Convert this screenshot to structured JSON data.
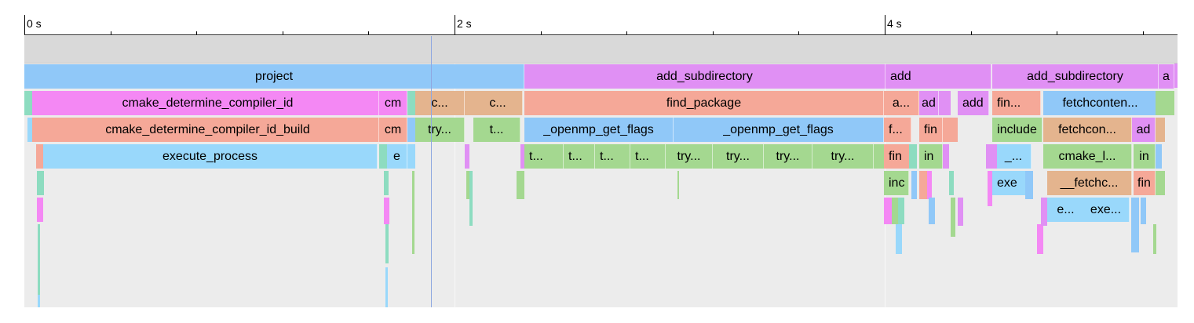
{
  "timeline": {
    "ticks": [
      {
        "label": "0 s"
      },
      {
        "label": "2 s"
      },
      {
        "label": "4 s"
      }
    ]
  },
  "colors": {
    "blue": "#90c8f8",
    "lightblue": "#99d8fb",
    "purple": "#e090f4",
    "pink": "#f488f4",
    "salmon": "#f5a898",
    "tan": "#e4b48e",
    "green": "#a4d890",
    "teal": "#8ddcc0",
    "background": "#ececec",
    "scrollbar": "#d9d9d9"
  },
  "frames": [
    {
      "label": "project",
      "color": "blue"
    },
    {
      "label": "add_subdirectory",
      "color": "purple"
    },
    {
      "label": "add",
      "color": "purple"
    },
    {
      "label": "add_subdirectory",
      "color": "purple"
    },
    {
      "label": "a",
      "color": "purple"
    },
    {
      "label": "cmake_determine_compiler_id",
      "color": "pink"
    },
    {
      "label": "cm",
      "color": "pink"
    },
    {
      "label": "c...",
      "color": "tan"
    },
    {
      "label": "c...",
      "color": "tan"
    },
    {
      "label": "find_package",
      "color": "salmon"
    },
    {
      "label": "a...",
      "color": "salmon"
    },
    {
      "label": "ad",
      "color": "purple"
    },
    {
      "label": "add",
      "color": "purple"
    },
    {
      "label": "fin...",
      "color": "salmon"
    },
    {
      "label": "fetchconten...",
      "color": "blue"
    },
    {
      "label": "cmake_determine_compiler_id_build",
      "color": "salmon"
    },
    {
      "label": "cm",
      "color": "salmon"
    },
    {
      "label": "try...",
      "color": "green"
    },
    {
      "label": "t...",
      "color": "green"
    },
    {
      "label": "_openmp_get_flags",
      "color": "blue"
    },
    {
      "label": "_openmp_get_flags",
      "color": "blue"
    },
    {
      "label": "f...",
      "color": "salmon"
    },
    {
      "label": "fin",
      "color": "salmon"
    },
    {
      "label": "include",
      "color": "green"
    },
    {
      "label": "fetchcon...",
      "color": "tan"
    },
    {
      "label": "ad",
      "color": "purple"
    },
    {
      "label": "execute_process",
      "color": "lightblue"
    },
    {
      "label": "e",
      "color": "lightblue"
    },
    {
      "label": "t...",
      "color": "green"
    },
    {
      "label": "t...",
      "color": "green"
    },
    {
      "label": "t...",
      "color": "green"
    },
    {
      "label": "t...",
      "color": "green"
    },
    {
      "label": "try...",
      "color": "green"
    },
    {
      "label": "try...",
      "color": "green"
    },
    {
      "label": "try...",
      "color": "green"
    },
    {
      "label": "try...",
      "color": "green"
    },
    {
      "label": "fin",
      "color": "salmon"
    },
    {
      "label": "in",
      "color": "green"
    },
    {
      "label": "_...",
      "color": "lightblue"
    },
    {
      "label": "cmake_l...",
      "color": "green"
    },
    {
      "label": "in",
      "color": "green"
    },
    {
      "label": "inc",
      "color": "green"
    },
    {
      "label": "exe",
      "color": "lightblue"
    },
    {
      "label": "__fetchc...",
      "color": "tan"
    },
    {
      "label": "fin",
      "color": "salmon"
    },
    {
      "label": "e...",
      "color": "lightblue"
    },
    {
      "label": "exe...",
      "color": "lightblue"
    }
  ]
}
